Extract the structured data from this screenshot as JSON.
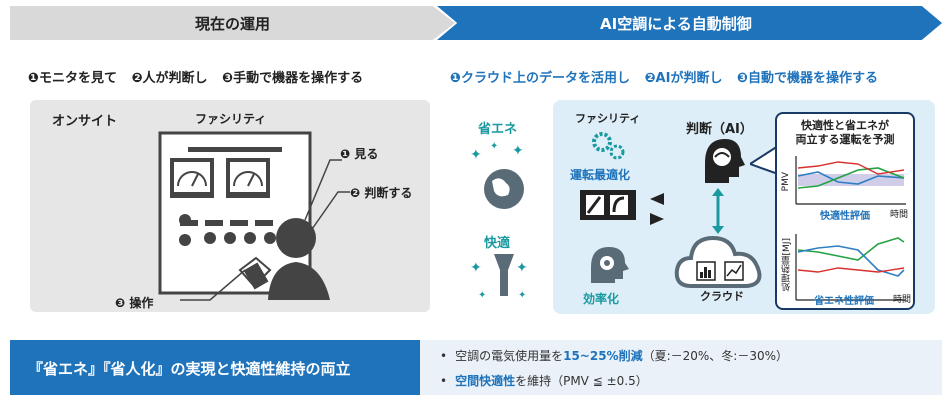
{
  "header": {
    "left_title": "現在の運用",
    "right_title": "AI空調による自動制御"
  },
  "left_steps": {
    "s1": "❶モニタを見て",
    "s2": "❷人が判断し",
    "s3": "❸手動で機器を操作する"
  },
  "right_steps": {
    "s1": "❶クラウド上のデータを活用し",
    "s2": "❷AIが判断し",
    "s3": "❸自動で機器を操作する"
  },
  "onsite": {
    "label": "オンサイト",
    "facility": "ファシリティ",
    "see": "❶ 見る",
    "judge": "❷ 判断する",
    "operate": "❸ 操作"
  },
  "ai_side": {
    "energy_saving": "省エネ",
    "comfort": "快適",
    "facility": "ファシリティ",
    "optimization": "運転最適化",
    "efficiency": "効率化",
    "judgment": "判断（AI）",
    "cloud": "クラウド"
  },
  "prediction": {
    "title_line1": "快適性と省エネが",
    "title_line2": "両立する運転を予測",
    "chart1_ylabel": "PMV",
    "chart1_caption": "快適性評価",
    "chart1_xlabel": "時間",
    "chart2_ylabel": "処理熱量[MJ]",
    "chart2_caption": "省エネ性評価",
    "chart2_xlabel": "時間"
  },
  "bottom": {
    "headline": "『省エネ』『省人化』の実現と快適性維持の両立",
    "b1_prefix": "空調の電気使用量を",
    "b1_bold": "15~25%削減",
    "b1_suffix": "（夏:－20%、冬:－30%）",
    "b2_bold": "空間快適性",
    "b2_suffix": "を維持（PMV ≦ ±0.5）"
  },
  "colors": {
    "blue": "#1f73bb",
    "teal": "#1a9aa0",
    "gray_panel": "#e6e6e6",
    "dark": "#444444"
  }
}
